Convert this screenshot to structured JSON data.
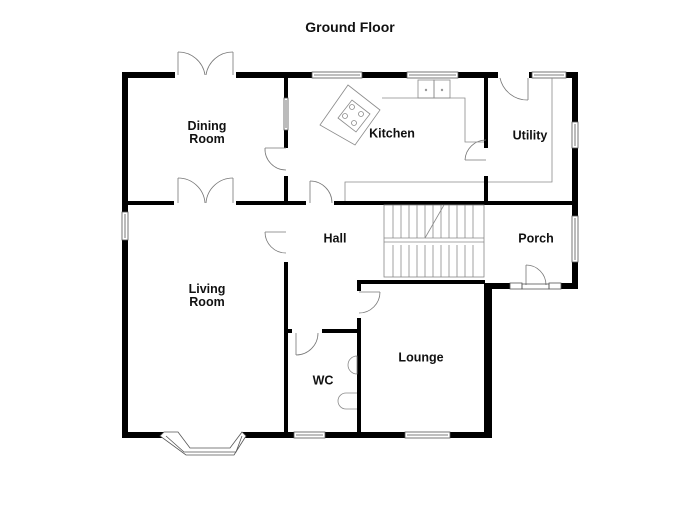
{
  "plan": {
    "title": "Ground Floor",
    "wall_color": "#000000",
    "fixture_color": "#8a8a8a"
  },
  "rooms": {
    "dining": {
      "label": "Dining\nRoom"
    },
    "kitchen": {
      "label": "Kitchen"
    },
    "utility": {
      "label": "Utility"
    },
    "hall": {
      "label": "Hall"
    },
    "porch": {
      "label": "Porch"
    },
    "living": {
      "label": "Living\nRoom"
    },
    "lounge": {
      "label": "Lounge"
    },
    "wc": {
      "label": "WC"
    }
  }
}
